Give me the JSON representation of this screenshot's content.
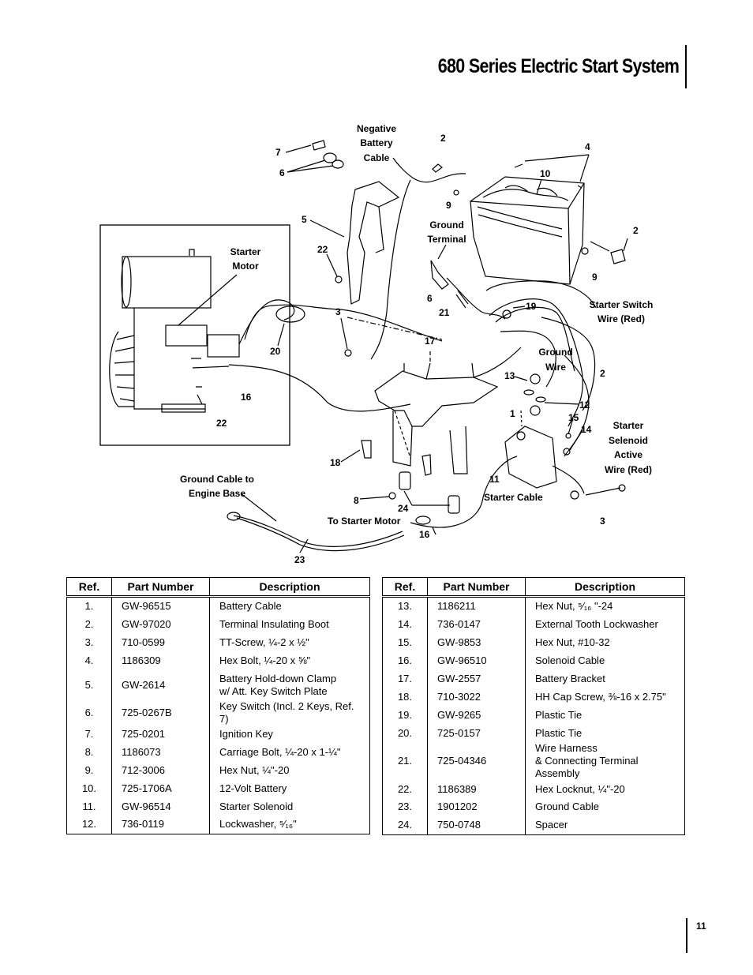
{
  "page": {
    "title": "680 Series Electric Start System",
    "page_number": "11"
  },
  "diagram": {
    "labels": {
      "negative_battery_cable": [
        "Negative",
        "Battery",
        "Cable"
      ],
      "ground_terminal": [
        "Ground",
        "Terminal"
      ],
      "starter_motor": [
        "Starter",
        "Motor"
      ],
      "starter_switch_wire": [
        "Starter Switch",
        "Wire (Red)"
      ],
      "ground_wire": [
        "Ground",
        "Wire"
      ],
      "starter_selenoid_active": [
        "Starter",
        "Selenoid",
        "Active",
        "Wire (Red)"
      ],
      "ground_cable_engine": [
        "Ground Cable to",
        "Engine Base"
      ],
      "starter_cable": "Starter Cable",
      "to_starter_motor": "To Starter Motor"
    },
    "callouts": [
      "7",
      "6",
      "5",
      "22",
      "3",
      "2",
      "9",
      "10",
      "4",
      "2",
      "9",
      "6",
      "21",
      "19",
      "17",
      "13",
      "12",
      "2",
      "1",
      "15",
      "14",
      "20",
      "16",
      "22",
      "18",
      "8",
      "24",
      "11",
      "3",
      "16",
      "23"
    ]
  },
  "tables": {
    "headers": {
      "ref": "Ref.",
      "part_number": "Part Number",
      "description": "Description"
    },
    "left": [
      {
        "ref": "1.",
        "part": "GW-96515",
        "desc": "Battery Cable"
      },
      {
        "ref": "2.",
        "part": "GW-97020",
        "desc": "Terminal Insulating Boot"
      },
      {
        "ref": "3.",
        "part": "710-0599",
        "desc": "TT-Screw, ¼-2 x ½\""
      },
      {
        "ref": "4.",
        "part": "1186309",
        "desc": "Hex Bolt, ¼-20 x ⅝\""
      },
      {
        "ref": "5.",
        "part": "GW-2614",
        "desc": "Battery Hold-down Clamp",
        "desc2": "w/ Att. Key Switch Plate"
      },
      {
        "ref": "6.",
        "part": "725-0267B",
        "desc": "Key Switch (Incl. 2 Keys, Ref. 7)"
      },
      {
        "ref": "7.",
        "part": "725-0201",
        "desc": "Ignition Key"
      },
      {
        "ref": "8.",
        "part": "1186073",
        "desc": "Carriage Bolt, ¼-20 x 1-¼\""
      },
      {
        "ref": "9.",
        "part": "712-3006",
        "desc": "Hex Nut, ¼\"-20"
      },
      {
        "ref": "10.",
        "part": "725-1706A",
        "desc": "12-Volt Battery"
      },
      {
        "ref": "11.",
        "part": "GW-96514",
        "desc": "Starter Solenoid"
      },
      {
        "ref": "12.",
        "part": "736-0119",
        "desc": "Lockwasher, ⁵⁄₁₆\""
      }
    ],
    "right": [
      {
        "ref": "13.",
        "part": "1186211",
        "desc": "Hex Nut, ⁵⁄₁₆ \"-24"
      },
      {
        "ref": "14.",
        "part": "736-0147",
        "desc": "External Tooth Lockwasher"
      },
      {
        "ref": "15.",
        "part": "GW-9853",
        "desc": "Hex Nut, #10-32"
      },
      {
        "ref": "16.",
        "part": "GW-96510",
        "desc": "Solenoid Cable"
      },
      {
        "ref": "17.",
        "part": "GW-2557",
        "desc": "Battery Bracket"
      },
      {
        "ref": "18.",
        "part": "710-3022",
        "desc": "HH Cap Screw, ⅜-16 x 2.75\""
      },
      {
        "ref": "19.",
        "part": "GW-9265",
        "desc": "Plastic Tie"
      },
      {
        "ref": "20.",
        "part": "725-0157",
        "desc": "Plastic Tie"
      },
      {
        "ref": "21.",
        "part": "725-04346",
        "desc": "Wire Harness",
        "desc2": "& Connecting Terminal Assembly"
      },
      {
        "ref": "22.",
        "part": "1186389",
        "desc": "Hex Locknut, ¼\"-20"
      },
      {
        "ref": "23.",
        "part": "1901202",
        "desc": "Ground Cable"
      },
      {
        "ref": "24.",
        "part": "750-0748",
        "desc": "Spacer"
      }
    ]
  }
}
